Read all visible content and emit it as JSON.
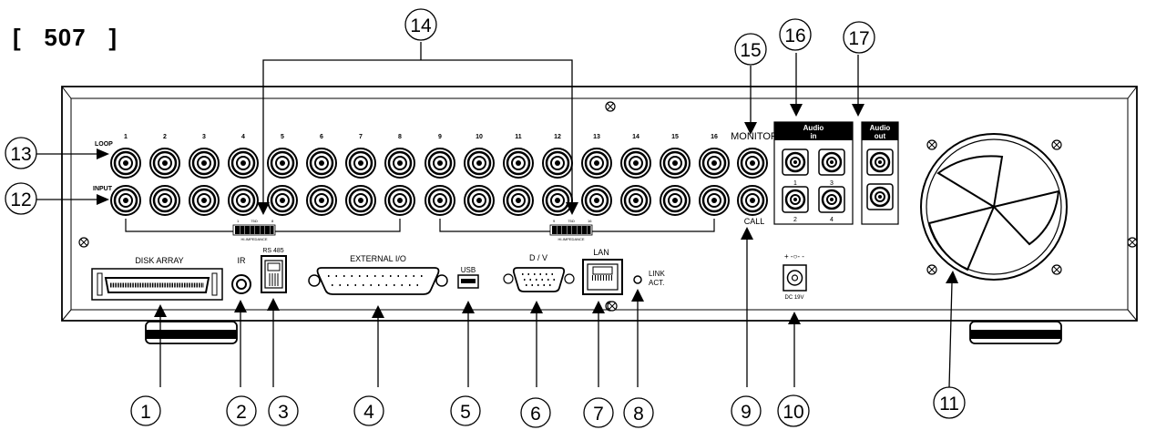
{
  "page_number": "[   507   ]",
  "callouts": [
    "1",
    "2",
    "3",
    "4",
    "5",
    "6",
    "7",
    "8",
    "9",
    "10",
    "11",
    "12",
    "13",
    "14",
    "15",
    "16",
    "17"
  ],
  "labels": {
    "loop": "LOOP",
    "input": "INPUT",
    "monitor": "MONITOR",
    "call": "CALL",
    "audio_in": [
      "Audio",
      "in"
    ],
    "audio_out": [
      "Audio",
      "out"
    ],
    "audio_in_numbers": [
      "1",
      "3",
      "2",
      "4"
    ],
    "disk_array": "DISK ARRAY",
    "ir": "IR",
    "rs485": "RS 485",
    "external_io": "EXTERNAL I/O",
    "usb": "USB",
    "dv": "D / V",
    "lan": "LAN",
    "link_act": [
      "LINK",
      "ACT."
    ],
    "dc_power": "DC 19V",
    "dc_polarity": "+ -○- -",
    "hi_impedance": "HI-IMPEDANCE",
    "dip_left_scale": [
      "1",
      "75Ω",
      "8"
    ],
    "dip_right_scale": [
      "9",
      "75Ω",
      "16"
    ]
  },
  "channel_numbers": [
    "1",
    "2",
    "3",
    "4",
    "5",
    "6",
    "7",
    "8",
    "9",
    "10",
    "11",
    "12",
    "13",
    "14",
    "15",
    "16"
  ]
}
